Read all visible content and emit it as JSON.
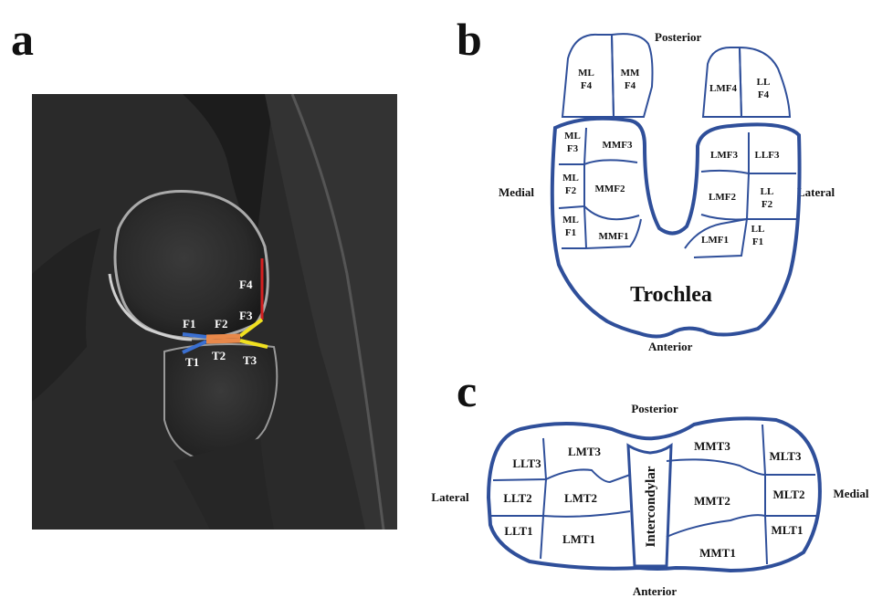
{
  "panels": {
    "a": "a",
    "b": "b",
    "c": "c"
  },
  "mri": {
    "labels": {
      "F1": "F1",
      "F2": "F2",
      "F3": "F3",
      "F4": "F4",
      "T1": "T1",
      "T2": "T2",
      "T3": "T3"
    },
    "segment_colors": {
      "F4": "#d42020",
      "F3": "#f0e020",
      "F2": "#e8884a",
      "F1": "#3a6fd0",
      "T1": "#3a6fd0",
      "T2": "#e8884a",
      "T3": "#f0e020"
    }
  },
  "femur": {
    "posterior": "Posterior",
    "anterior": "Anterior",
    "medial": "Medial",
    "lateral": "Lateral",
    "trochlea": "Trochlea",
    "regions": {
      "mlf4": "ML\nF4",
      "mmf4": "MM\nF4",
      "lmf4": "LMF4",
      "llf4": "LL\nF4",
      "mlf3": "ML\nF3",
      "mmf3": "MMF3",
      "mlf2": "ML\nF2",
      "mmf2": "MMF2",
      "mlf1": "ML\nF1",
      "mmf1": "MMF1",
      "lmf3": "LMF3",
      "llf3": "LLF3",
      "lmf2": "LMF2",
      "llf2": "LL\nF2",
      "lmf1": "LMF1",
      "llf1": "LL\nF1"
    }
  },
  "tibia": {
    "posterior": "Posterior",
    "anterior": "Anterior",
    "lateral": "Lateral",
    "medial": "Medial",
    "intercondylar": "Intercondylar",
    "regions": {
      "llt3": "LLT3",
      "lmt3": "LMT3",
      "llt2": "LLT2",
      "lmt2": "LMT2",
      "llt1": "LLT1",
      "lmt1": "LMT1",
      "mmt3": "MMT3",
      "mlt3": "MLT3",
      "mmt2": "MMT2",
      "mlt2": "MLT2",
      "mmt1": "MMT1",
      "mlt1": "MLT1"
    }
  },
  "colors": {
    "outline": "#2f4f9a",
    "mri_bg": "#111111"
  }
}
